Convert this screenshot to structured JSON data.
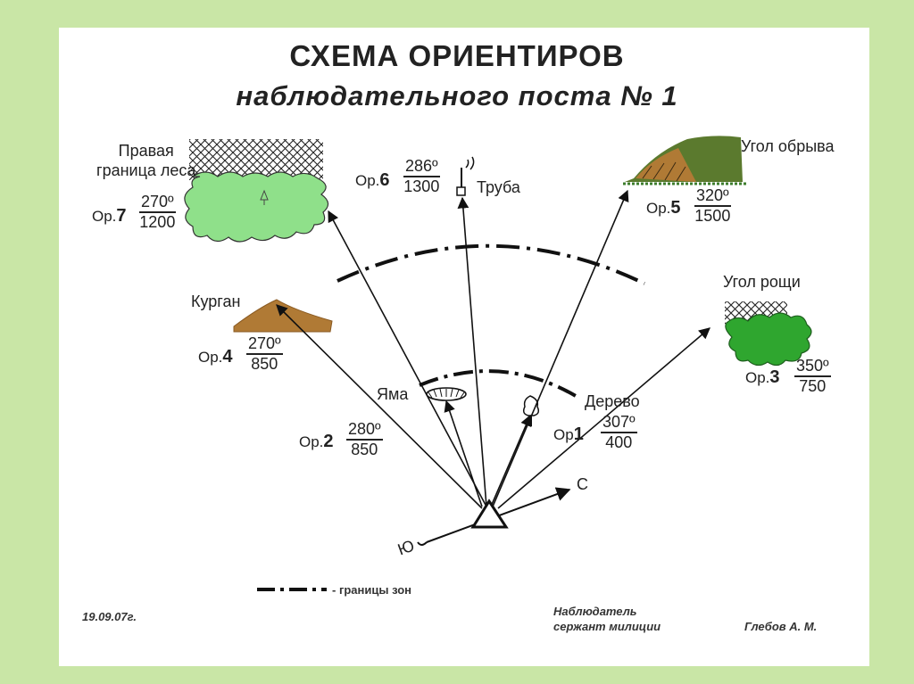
{
  "title": {
    "line1": "СХЕМА ОРИЕНТИРОВ",
    "line2": "наблюдательного поста № 1"
  },
  "landmarks": [
    {
      "id": "or7",
      "name": "Правая\nграница леса",
      "prefix": "Ор.",
      "number": "7",
      "azimuth": "270º",
      "distance": "1200"
    },
    {
      "id": "or6",
      "name": "Труба",
      "prefix": "Ор.",
      "number": "6",
      "azimuth": "286º",
      "distance": "1300"
    },
    {
      "id": "or5",
      "name": "Угол обрыва",
      "prefix": "Ор.",
      "number": "5",
      "azimuth": "320º",
      "distance": "1500"
    },
    {
      "id": "or4",
      "name": "Курган",
      "prefix": "Ор.",
      "number": "4",
      "azimuth": "270º",
      "distance": "850"
    },
    {
      "id": "or3",
      "name": "Угол рощи",
      "prefix": "Ор.",
      "number": "3",
      "azimuth": "350º",
      "distance": "750"
    },
    {
      "id": "or2",
      "name": "Яма",
      "prefix": "Ор.",
      "number": "2",
      "azimuth": "280º",
      "distance": "850"
    },
    {
      "id": "or1",
      "name": "Дерево",
      "prefix": "Ор",
      "number": "1",
      "azimuth": "307º",
      "distance": "400"
    }
  ],
  "directions": {
    "north": "С",
    "south": "Ю"
  },
  "legend": {
    "zone_boundary": "- границы зон"
  },
  "footer": {
    "date": "19.09.07г.",
    "observer_line1": "Наблюдатель",
    "observer_line2": "сержант милиции",
    "observer_name": "Глебов А. М."
  },
  "colors": {
    "background": "#c9e6a6",
    "forest_fill": "#8fe08a",
    "grove_fill": "#2fa62f",
    "mound_fill": "#b07a35",
    "cliff_fill": "#5b7a2e",
    "line": "#111111"
  }
}
